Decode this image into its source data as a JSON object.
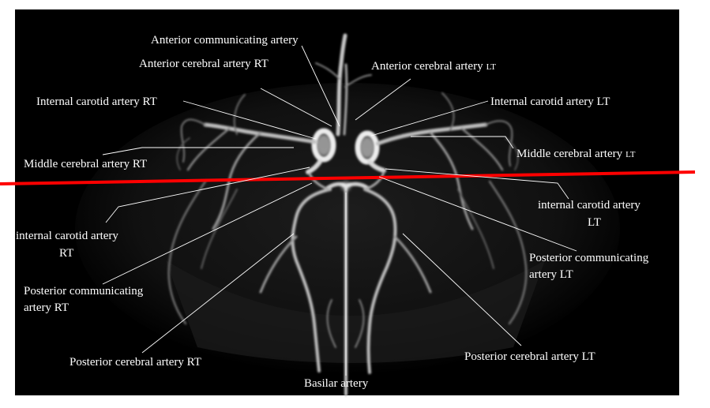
{
  "colors": {
    "background": "#000000",
    "labels": "#ffffff",
    "cut_line": "#ff0000"
  },
  "labels": {
    "acom": "Anterior communicating artery",
    "aca_rt_main": "Anterior cerebral artery",
    "aca_rt_side": "RT",
    "aca_lt_main": "Anterior cerebral artery",
    "aca_lt_side": "LT",
    "ica_rt_top": "Internal carotid artery  RT",
    "ica_lt_top": "Internal carotid artery LT",
    "mca_rt": "Middle cerebral artery RT",
    "mca_lt_main": "Middle cerebral artery",
    "mca_lt_side": "LT",
    "ica_rt_lower_1": "internal carotid artery",
    "ica_rt_lower_2": "RT",
    "ica_lt_lower_1": "internal carotid artery",
    "ica_lt_lower_2": "LT",
    "pcom_rt_1": "Posterior communicating",
    "pcom_rt_2": "artery RT",
    "pcom_lt_1": "Posterior communicating",
    "pcom_lt_2": "artery LT",
    "pca_rt": "Posterior cerebral artery RT",
    "pca_lt": "Posterior cerebral artery LT",
    "basilar": "Basilar artery"
  }
}
